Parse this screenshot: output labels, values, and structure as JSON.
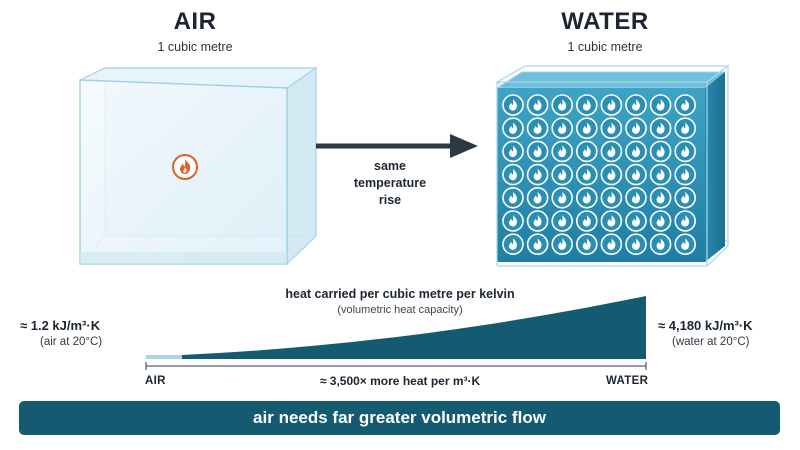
{
  "air": {
    "title": "AIR",
    "subtitle": "1 cubic metre",
    "value": "≈ 1.2 kJ/m³·K",
    "note": "(air at 20°C)",
    "end_label": "AIR"
  },
  "water": {
    "title": "WATER",
    "subtitle": "1 cubic metre",
    "value": "≈ 4,180 kJ/m³·K",
    "note": "(water at 20°C)",
    "end_label": "WATER"
  },
  "arrow": {
    "line1": "same",
    "line2": "temperature",
    "line3": "rise"
  },
  "comparison": {
    "title": "heat carried per cubic metre per kelvin",
    "subtitle": "(volumetric heat capacity)",
    "ratio_label": "≈ 3,500× more heat per m³·K"
  },
  "banner": "air needs far greater volumetric flow",
  "colors": {
    "dark_teal": "#145a70",
    "flame_orange": "#e0602a",
    "water_blue": "#2a8fb2",
    "air_glass": "#e6f3fa"
  },
  "icons": {
    "air_heat": "flame-icon",
    "water_heat": "flame-icon"
  },
  "water_grid": {
    "rows": 7,
    "cols": 8
  }
}
